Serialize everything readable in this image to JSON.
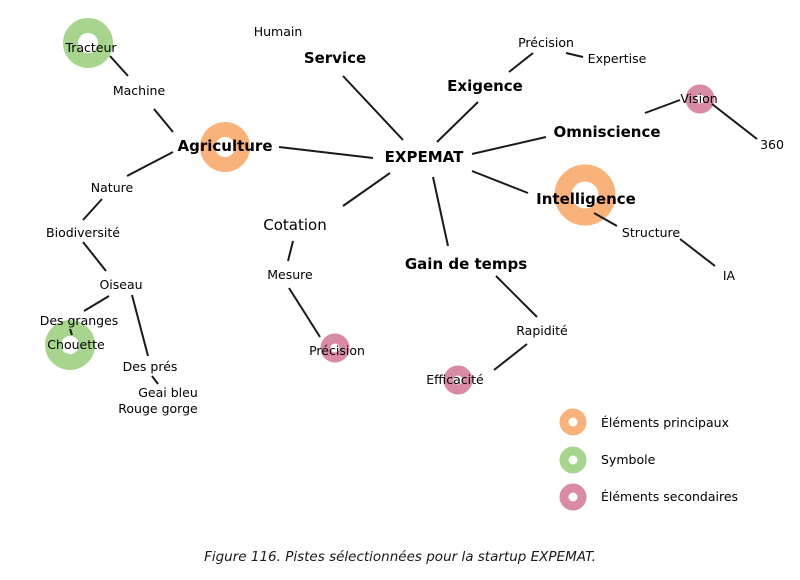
{
  "colors": {
    "principal": "#f9b27a",
    "symbole": "#a8d58e",
    "secondaire": "#d98aa5",
    "edge": "#1a1a1a"
  },
  "nodes": {
    "expemat": "EXPEMAT",
    "service": "Service",
    "humain": "Humain",
    "exigence": "Exigence",
    "precision_top": "Précision",
    "expertise": "Expertise",
    "omniscience": "Omniscience",
    "vision": "Vision",
    "n360": "360",
    "intelligence": "Intelligence",
    "structure": "Structure",
    "ia": "IA",
    "gain_de_temps": "Gain de temps",
    "rapidite": "Rapidité",
    "efficacite": "Efficacité",
    "cotation": "Cotation",
    "mesure": "Mesure",
    "precision_bottom": "Précision",
    "agriculture": "Agriculture",
    "machine": "Machine",
    "tracteur": "Tracteur",
    "nature": "Nature",
    "biodiversite": "Biodiversité",
    "oiseau": "Oiseau",
    "des_granges": "Des granges",
    "chouette": "Chouette",
    "des_pres": "Des prés",
    "geai_bleu": "Geai bleu",
    "rouge_gorge": "Rouge gorge"
  },
  "legend": {
    "principal": "Éléments principaux",
    "symbole": "Symbole",
    "secondaire": "Éléments secondaires"
  },
  "caption": "Figure 116. Pistes sélectionnées pour la startup EXPEMAT."
}
